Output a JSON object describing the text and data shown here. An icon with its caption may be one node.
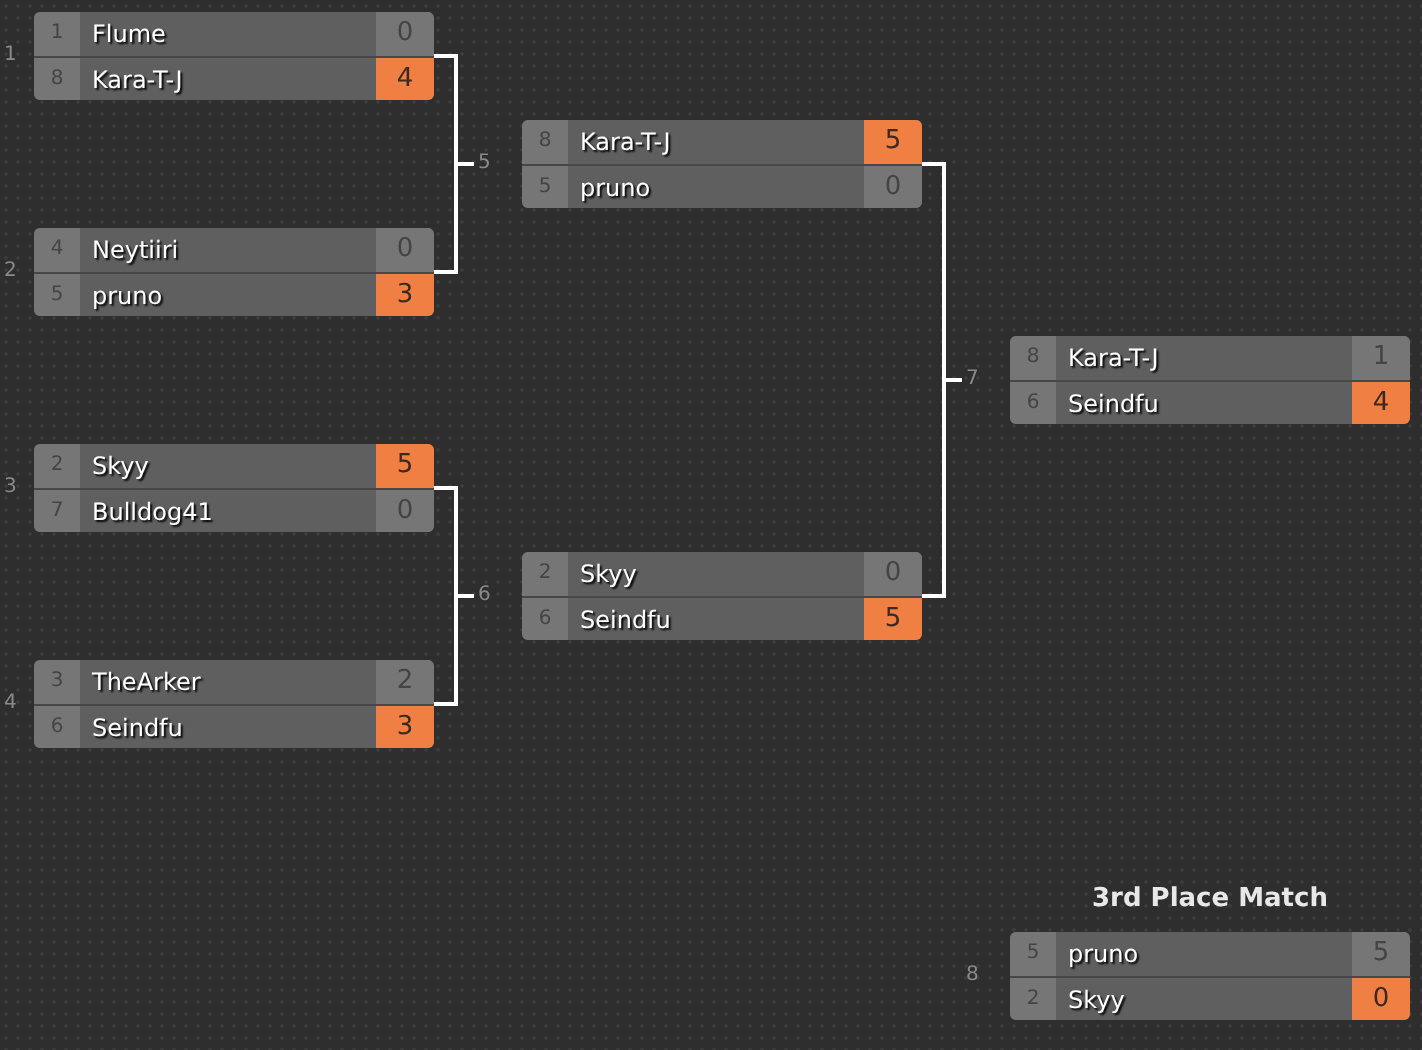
{
  "diagram": {
    "nodes": [
      {
        "text": [
          "1"
        ]
      },
      {
        "text": [
          "1",
          "Flume",
          "0"
        ],
        "in": 0
      },
      {
        "text": [
          "8",
          "Kara-T-J",
          "4"
        ],
        "in": 0
      },
      {
        "text": [
          "2"
        ]
      },
      {
        "text": [
          "4",
          "Neytiiri",
          "0"
        ],
        "in": 3
      },
      {
        "text": [
          "5",
          "pruno",
          "3"
        ],
        "in": 3
      },
      {
        "text": [
          "3"
        ]
      },
      {
        "text": [
          "2",
          "Skyy",
          "5"
        ],
        "in": 6
      },
      {
        "text": [
          "7",
          "Bulldog41",
          "0"
        ],
        "in": 6
      },
      {
        "text": [
          "4"
        ]
      },
      {
        "text": [
          "3",
          "TheArker",
          "2"
        ],
        "in": 9
      },
      {
        "text": [
          "6",
          "Seindfu",
          "3"
        ],
        "in": 9
      },
      {
        "text": [
          "5"
        ]
      },
      {
        "text": [
          "8",
          "Kara-T-J",
          "5"
        ],
        "in": 12
      },
      {
        "text": [
          "5",
          "pruno",
          "0"
        ],
        "in": 12
      },
      {
        "text": [
          "6"
        ]
      },
      {
        "text": [
          "2",
          "Skyy",
          "0"
        ],
        "in": 15
      },
      {
        "text": [
          "6",
          "Seindfu",
          "5"
        ],
        "in": 15
      },
      {
        "text": [
          "7"
        ]
      },
      {
        "text": [
          "8",
          "Kara-T-J",
          "1"
        ],
        "in": 18
      },
      {
        "text": [
          "6",
          "Seindfu",
          "4"
        ],
        "in": 18
      },
      {
        "text": [
          "8"
        ]
      },
      {
        "text": [
          "5",
          "pruno",
          "5"
        ],
        "in": 21
      },
      {
        "text": [
          "2",
          "Skyy",
          "0"
        ],
        "in": 21
      }
    ],
    "edges": [
      {
        "from": 0,
        "to": 12,
        "arrow": "none"
      },
      {
        "from": 3,
        "to": 12,
        "arrow": "none"
      },
      {
        "from": 6,
        "to": 15,
        "arrow": "none"
      },
      {
        "from": 9,
        "to": 15,
        "arrow": "none"
      },
      {
        "from": 12,
        "to": 18,
        "arrow": "none"
      },
      {
        "from": 15,
        "to": 18,
        "arrow": "none"
      }
    ],
    "labels": [
      "3rd Place Match"
    ]
  }
}
